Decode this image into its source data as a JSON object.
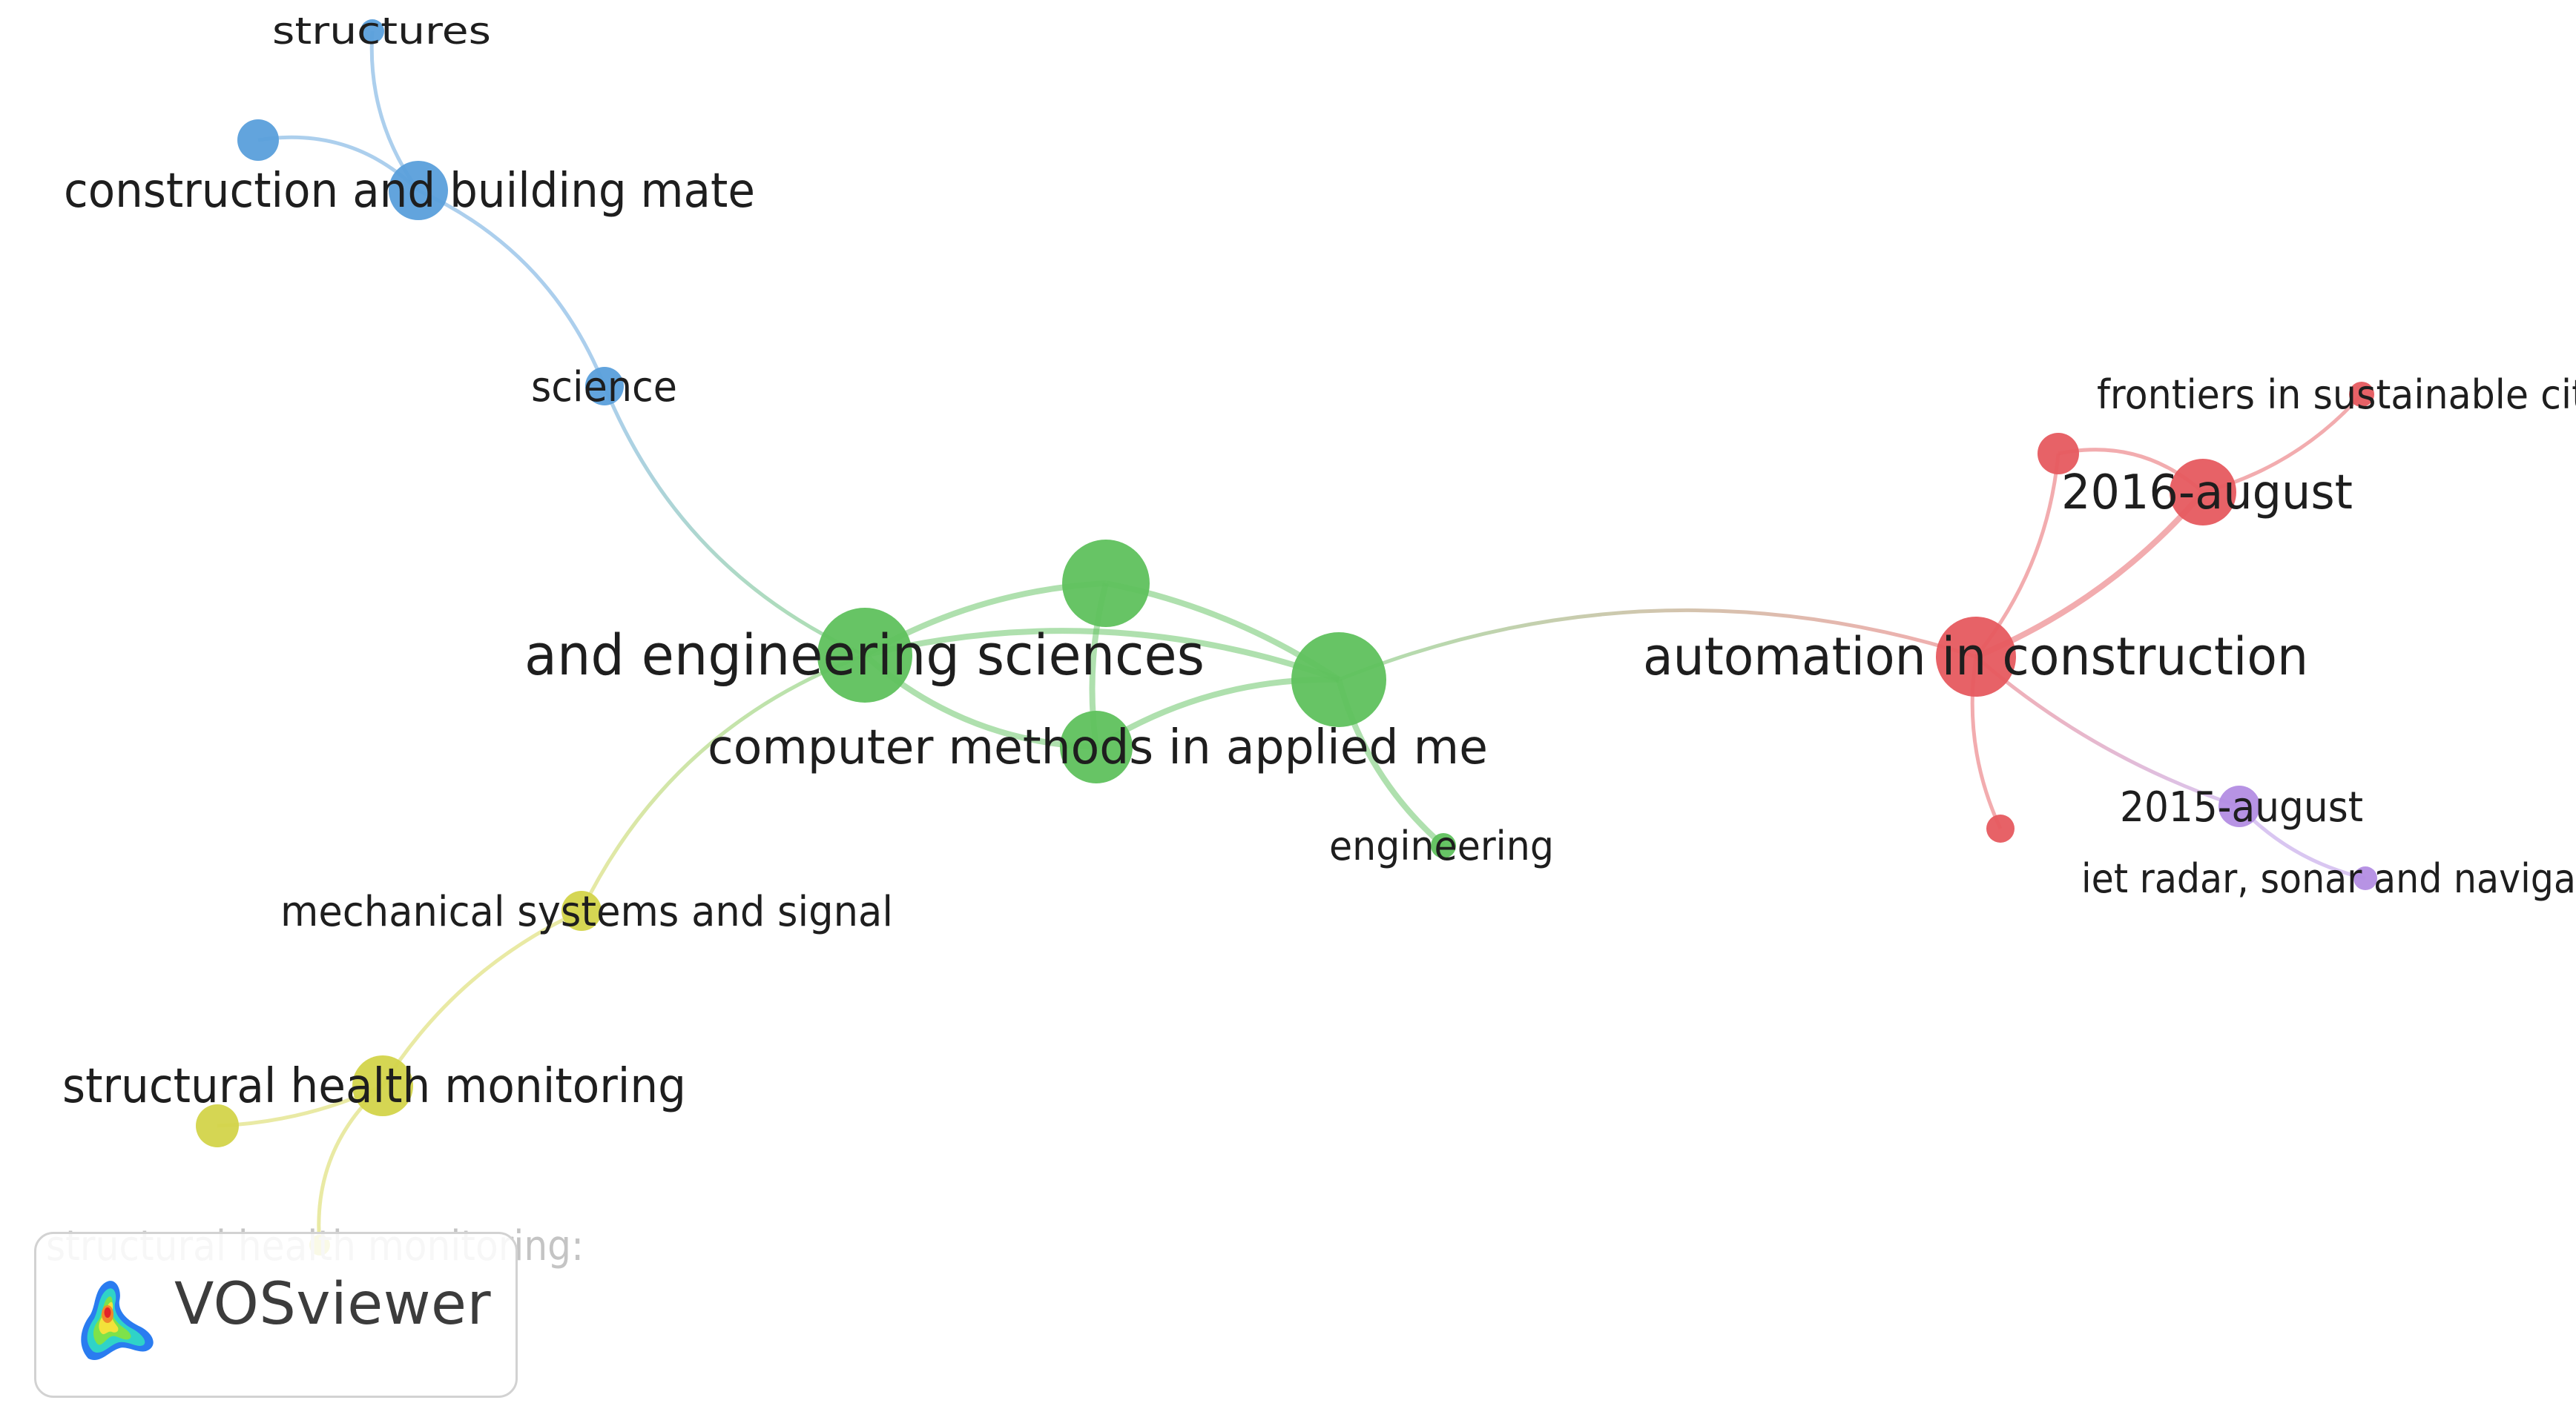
{
  "app": {
    "name": "VOSviewer",
    "logo_icon": "vosviewer-density-logo"
  },
  "clusters": [
    {
      "id": "red",
      "color": "#e65a5f"
    },
    {
      "id": "green",
      "color": "#5fc15d"
    },
    {
      "id": "blue",
      "color": "#5a9fdb"
    },
    {
      "id": "yellow",
      "color": "#d3d44a"
    },
    {
      "id": "purple",
      "color": "#b38de3"
    }
  ],
  "nodes": [
    {
      "id": "structures",
      "label": "structures",
      "cluster": "blue"
    },
    {
      "id": "blue-unlabeled",
      "label": "",
      "cluster": "blue"
    },
    {
      "id": "construction",
      "label": "construction and building mate",
      "cluster": "blue"
    },
    {
      "id": "science",
      "label": "science",
      "cluster": "blue"
    },
    {
      "id": "engsci",
      "label": "and engineering sciences",
      "cluster": "green"
    },
    {
      "id": "green-top",
      "label": "",
      "cluster": "green"
    },
    {
      "id": "green-right",
      "label": "",
      "cluster": "green"
    },
    {
      "id": "cmame",
      "label": "computer methods in applied me",
      "cluster": "green"
    },
    {
      "id": "engineering",
      "label": "engineering",
      "cluster": "green"
    },
    {
      "id": "automation",
      "label": "automation in construction",
      "cluster": "red"
    },
    {
      "id": "aug2016",
      "label": "2016-august",
      "cluster": "red"
    },
    {
      "id": "frontiers",
      "label": "frontiers in sustainable cit",
      "cluster": "red"
    },
    {
      "id": "red-small-top",
      "label": "",
      "cluster": "red"
    },
    {
      "id": "red-small-bottom",
      "label": "",
      "cluster": "red"
    },
    {
      "id": "aug2015",
      "label": "2015-august",
      "cluster": "purple"
    },
    {
      "id": "ietradar",
      "label": "iet radar, sonar and naviga",
      "cluster": "purple"
    },
    {
      "id": "mssp",
      "label": "mechanical systems and signal",
      "cluster": "yellow"
    },
    {
      "id": "shm",
      "label": "structural health monitoring",
      "cluster": "yellow"
    },
    {
      "id": "yellow-small",
      "label": "",
      "cluster": "yellow"
    },
    {
      "id": "shm2",
      "label": "structural health monitoring:",
      "cluster": "yellow"
    }
  ],
  "links": [
    [
      "structures",
      "construction"
    ],
    [
      "blue-unlabeled",
      "construction"
    ],
    [
      "construction",
      "science"
    ],
    [
      "science",
      "engsci"
    ],
    [
      "engsci",
      "green-top"
    ],
    [
      "engsci",
      "green-right"
    ],
    [
      "engsci",
      "cmame"
    ],
    [
      "green-top",
      "green-right"
    ],
    [
      "green-top",
      "cmame"
    ],
    [
      "cmame",
      "green-right"
    ],
    [
      "green-right",
      "engineering"
    ],
    [
      "green-right",
      "automation"
    ],
    [
      "automation",
      "aug2016"
    ],
    [
      "automation",
      "red-small-top"
    ],
    [
      "red-small-top",
      "aug2016"
    ],
    [
      "aug2016",
      "frontiers"
    ],
    [
      "automation",
      "red-small-bottom"
    ],
    [
      "automation",
      "aug2015"
    ],
    [
      "aug2015",
      "ietradar"
    ],
    [
      "engsci",
      "mssp"
    ],
    [
      "mssp",
      "shm"
    ],
    [
      "shm",
      "yellow-small"
    ],
    [
      "shm",
      "shm2"
    ]
  ]
}
